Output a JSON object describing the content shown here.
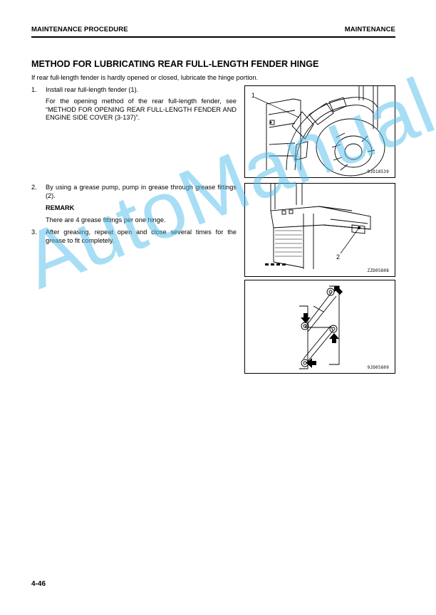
{
  "header": {
    "left": "MAINTENANCE PROCEDURE",
    "right": "MAINTENANCE"
  },
  "section": {
    "title": "METHOD FOR LUBRICATING REAR FULL-LENGTH FENDER HINGE",
    "intro": "If rear full-length fender is hardly opened or closed, lubricate the hinge portion."
  },
  "steps": [
    {
      "number": "1.",
      "text": "Install rear full-length fender (1).",
      "detail": "For the opening method of the rear full-length fender, see “METHOD FOR OPENING REAR FULL-LENGTH FENDER AND ENGINE SIDE COVER (3-137)”."
    },
    {
      "number": "2.",
      "text": "By using a grease pump, pump in grease through grease fittings (2).",
      "remark_title": "REMARK",
      "remark_text": "There are 4 grease fittings per one hinge."
    },
    {
      "number": "3.",
      "text": "After greasing, repeat open and close several times for the grease to fit completely."
    }
  ],
  "figures": [
    {
      "code": "9JD18539",
      "callout": "1"
    },
    {
      "code": "ZZD05808",
      "callout": "2"
    },
    {
      "code": "9JD05809"
    }
  ],
  "watermark": "AutoManual",
  "footer": {
    "page_number": "4-46"
  }
}
